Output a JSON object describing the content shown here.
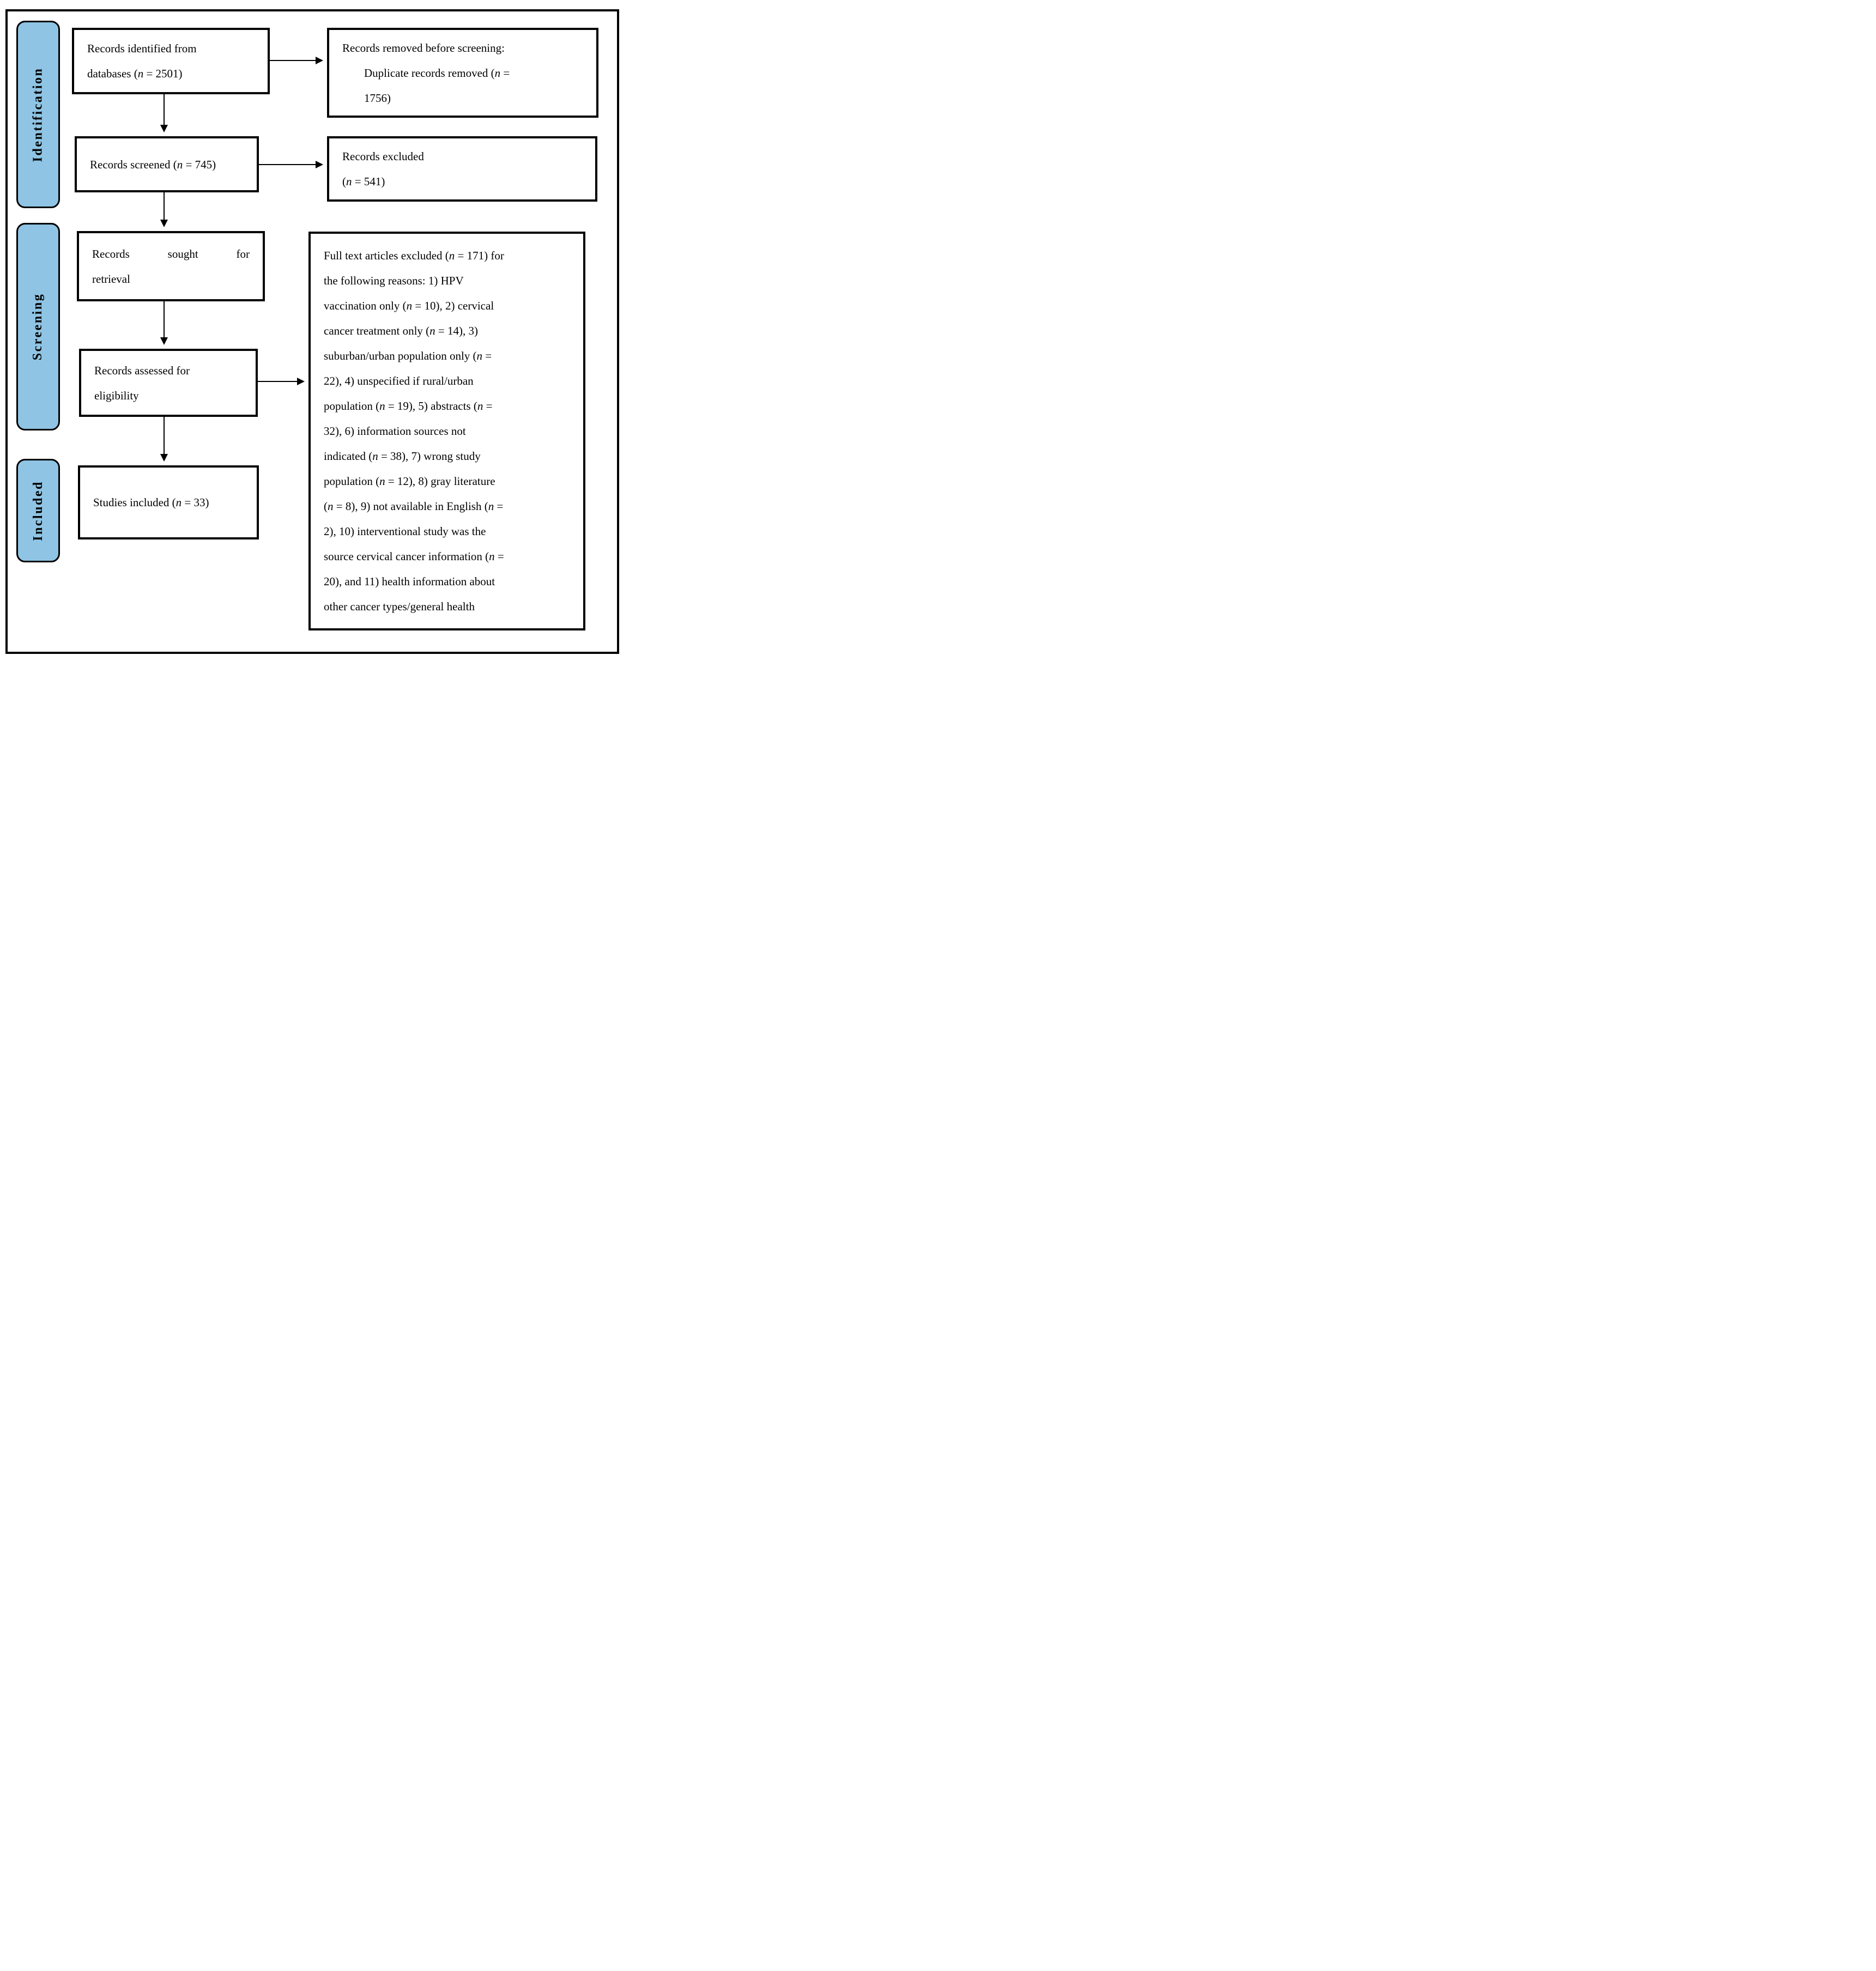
{
  "colors": {
    "stage_fill": "#8FC4E4",
    "line": "#000000",
    "box_background": "#FFFFFF"
  },
  "stages": {
    "identification": "Identification",
    "screening": "Screening",
    "included": "Included"
  },
  "boxes": {
    "records_identified": "Records identified from\ndatabases (n = 2501)",
    "records_removed_title": "Records removed before screening:",
    "records_removed_detail": "Duplicate records removed (n =\n1756)",
    "records_screened": "Records screened (n = 745)",
    "records_excluded": "Records excluded\n(n = 541)",
    "records_sought_line1": "Records sought for",
    "records_sought_line2": "retrieval",
    "records_assessed": "Records assessed for\neligibility",
    "studies_included": "Studies included (n = 33)",
    "full_text_excluded": "Full text articles excluded (n = 171) for\nthe following reasons: 1) HPV\nvaccination only (n = 10), 2) cervical\ncancer treatment only (n = 14), 3)\nsuburban/urban population only (n =\n22), 4) unspecified if rural/urban\npopulation (n = 19), 5) abstracts (n =\n32), 6) information sources not\nindicated (n = 38), 7) wrong study\npopulation (n = 12), 8) gray literature\n(n = 8), 9) not available in English (n =\n2), 10) interventional study was the\nsource cervical cancer information (n =\n20), and 11) health information about\nother cancer types/general health"
  }
}
